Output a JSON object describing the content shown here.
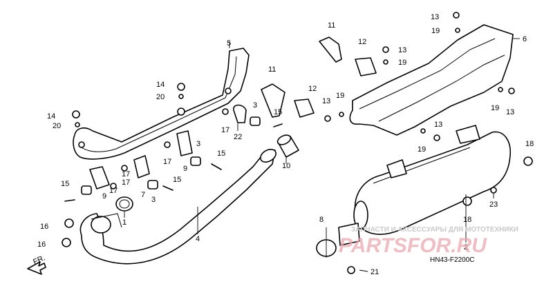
{
  "diagram": {
    "code": "HN43-F2200C",
    "direction_label": "FR.",
    "callouts": [
      "1",
      "2",
      "3",
      "3",
      "3",
      "4",
      "5",
      "6",
      "7",
      "8",
      "9",
      "9",
      "10",
      "11",
      "11",
      "12",
      "12",
      "13",
      "13",
      "13",
      "13",
      "13",
      "14",
      "14",
      "15",
      "15",
      "15",
      "15",
      "16",
      "16",
      "17",
      "17",
      "17",
      "17",
      "17",
      "18",
      "18",
      "19",
      "19",
      "19",
      "19",
      "19",
      "20",
      "20",
      "21",
      "22",
      "23"
    ]
  },
  "watermark": {
    "line": "ЗАПЧАСТИ И АКСЕССУАРЫ ДЛЯ МОТОТЕХНИКИ",
    "logo": "PARTSFOR.RU"
  },
  "colors": {
    "ink": "#000000",
    "watermark": "#e8a8b0"
  }
}
